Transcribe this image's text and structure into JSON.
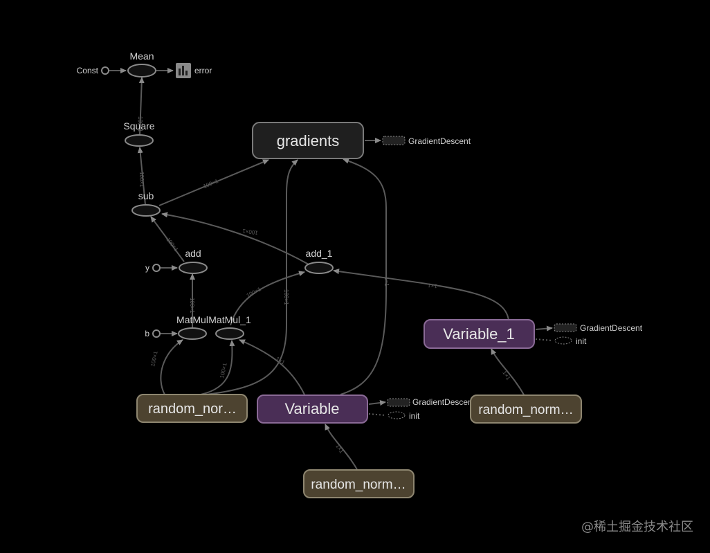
{
  "nodes": {
    "const": "Const",
    "mean": "Mean",
    "error": "error",
    "square": "Square",
    "gradients": "gradients",
    "gd_top": "GradientDescent",
    "sub": "sub",
    "add": "add",
    "add_1": "add_1",
    "y": "y",
    "b": "b",
    "matmul": "MatMul",
    "matmul_1": "MatMul_1",
    "variable": "Variable",
    "variable_1": "Variable_1",
    "gd_var": "GradientDescent",
    "init_var": "init",
    "gd_var1": "GradientDescent",
    "init_var1": "init",
    "rn_left": "random_nor…",
    "rn_mid": "random_norm…",
    "rn_right": "random_norm…"
  },
  "edge_labels": {
    "square_mean": "100×1",
    "sub_square": "100×1",
    "sub_gradients": "100×1",
    "add1_sub": "100×1",
    "add_sub": "100×1",
    "matmul_add": "100×1",
    "matmul1_add1": "100×1",
    "rn_gradients": "100×1",
    "var_gradients": "1×1",
    "var1_add1": "1×1",
    "rn_matmul": "100×1",
    "rn_matmul1": "100×1",
    "var_matmul1": "1×1",
    "rnright_var1": "1×1",
    "rnmid_var": "1×1"
  },
  "colors": {
    "background": "#000000",
    "gradients_fill": "#1f1f1f",
    "variable_fill": "#4a2e56",
    "variable_stroke": "#8a6a96",
    "random_fill": "#4d4330",
    "random_stroke": "#8e8670",
    "edge": "#5a5a5a"
  },
  "icons": {
    "summary": "bar-chart-icon"
  },
  "watermark": "@稀土掘金技术社区"
}
